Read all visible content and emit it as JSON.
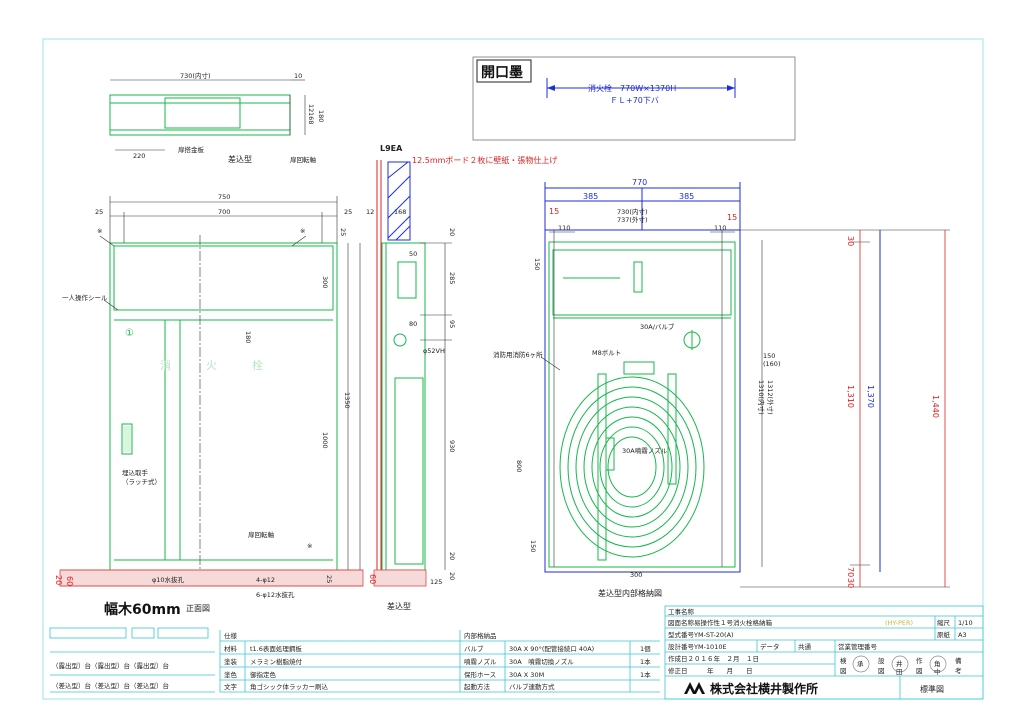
{
  "labels": {
    "top_view_title": "差込型",
    "top_width": "730(内寸)",
    "top_right_10": "10",
    "top_12": "12",
    "top_168": "168",
    "top_180": "180",
    "top_220": "220",
    "top_hinge_plate": "扉搭金板",
    "top_hinge": "扉回転軸",
    "opening_title": "開口墨",
    "opening_line1": "消火栓　770W×1370H",
    "opening_line2": "ＦＬ+70下バ",
    "l9ea": "L9EA",
    "board_note": "12.5mmボード２枚に壁紙・張物仕上げ",
    "front_750": "750",
    "front_700": "700",
    "front_25a": "25",
    "front_25b": "25",
    "front_25c": "25",
    "front_300": "300",
    "front_1350": "1350",
    "front_1000": "1000",
    "front_180": "180",
    "front_seal": "一人操作シール",
    "front_hydrant": "消　火　栓",
    "front_handle": "埋込取手",
    "front_handle2": "（ラッチ式）",
    "front_hinge": "扉回転軸",
    "front_hole10": "φ10水抜孔",
    "front_hole12": "4-φ12",
    "front_hole12b": "6-φ12水抜孔",
    "front_view_title": "正面図",
    "front_20": "20",
    "front_60": "60",
    "baseboard": "幅木60mm",
    "front_25d": "25",
    "x_mark": "※",
    "side_12": "12",
    "side_168": "168",
    "side_20": "20",
    "side_285": "285",
    "side_95": "95",
    "side_930": "930",
    "side_20b": "20",
    "side_50": "50",
    "side_80": "80",
    "side_52vh": "φ52VH",
    "side_125a": "125",
    "side_125b": "125",
    "side_20c": "20",
    "side_60": "60",
    "side_view_title": "差込型",
    "in_770": "770",
    "in_385a": "385",
    "in_385b": "385",
    "in_15a": "15",
    "in_15b": "15",
    "in_730": "730(内寸)",
    "in_737": "737(外寸)",
    "in_110a": "110",
    "in_110b": "110",
    "in_150a": "150",
    "in_valve": "30A/バルブ",
    "in_bolt": "M8ボルト",
    "in_hose_hook": "消防用消防6ヶ所",
    "in_150b": "150",
    "in_160": "(160)",
    "in_1310a": "1310(内寸)",
    "in_1312": "1312(外寸)",
    "in_nozzle": "30A噴霧ノズル",
    "in_800": "800",
    "in_150c": "150",
    "in_300": "300",
    "inner_view_title": "差込型内部格納図",
    "dim_30a": "30",
    "dim_1310": "1,310",
    "dim_1370": "1,370",
    "dim_1440": "1,440",
    "dim_70": "70",
    "dim_30b": "30"
  },
  "spec": {
    "header": "仕様",
    "inner_header": "内部格納品",
    "rows": [
      {
        "k": "材料",
        "v": "t1.6表面処理鋼板",
        "ik": "バルブ",
        "iv": "30A X 90°(配管接続口 40A)",
        "q": "1個"
      },
      {
        "k": "塗装",
        "v": "メラミン樹脂焼付",
        "ik": "噴霧ノズル",
        "iv": "30A　噴霧切換ノズル",
        "q": "1本"
      },
      {
        "k": "塗色",
        "v": "御指定色",
        "ik": "保形ホース",
        "iv": "30A X 30M",
        "q": "1本"
      },
      {
        "k": "文字",
        "v": "角ゴシック体ラッカー刷込",
        "ik": "起動方法",
        "iv": "バルブ連動方式",
        "q": ""
      }
    ],
    "left_row1": "（露出型）台（露出型）台（露出型）台",
    "left_row2": "（差込型）台（差込型）台（差込型）台"
  },
  "title_block": {
    "project_label": "工事名称",
    "drawing_name": "図面名称易操作性１号消火栓格納箱",
    "drawing_tag": "(HY-PER)",
    "scale_label": "縮尺",
    "scale_value": "1/10",
    "paper_label": "原紙",
    "paper_value": "A3",
    "model": "型式番号YM-ST-20(A)",
    "design_no": "設計番号YM-1010E",
    "data": "データ",
    "common": "共通",
    "sales_no": "営業管理番号",
    "created": "作成日２０１６年　２月　１日",
    "revised": "修正日　　　年　　月　　日",
    "company": "株式会社横井製作所",
    "standard": "標準図",
    "stamp1": "検",
    "stamp2": "承",
    "stamp3": "設",
    "stamp4": "井",
    "stamp5": "作",
    "stamp6": "角",
    "stamp7": "備",
    "stamp_a": "図",
    "stamp_b": "図",
    "stamp_c": "図",
    "stamp_d": "田",
    "stamp_e": "中",
    "stamp_f": "考"
  }
}
